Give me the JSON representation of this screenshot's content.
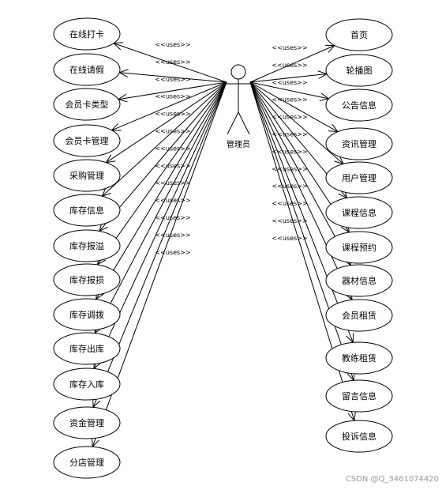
{
  "actor": {
    "label": "管理员"
  },
  "relation_label": "<<uses>>",
  "left_use_cases": [
    "在线打卡",
    "在线请假",
    "会员卡类型",
    "会员卡管理",
    "采购管理",
    "库存信息",
    "库存报溢",
    "库存报损",
    "库存调拨",
    "库存出库",
    "库存入库",
    "资金管理",
    "分店管理"
  ],
  "right_use_cases": [
    "首页",
    "轮播图",
    "公告信息",
    "资讯管理",
    "用户管理",
    "课程信息",
    "课程预约",
    "器材信息",
    "会员租赁",
    "教练租赁",
    "留言信息",
    "投诉信息"
  ],
  "watermark": "CSDN @Q_3461074420"
}
